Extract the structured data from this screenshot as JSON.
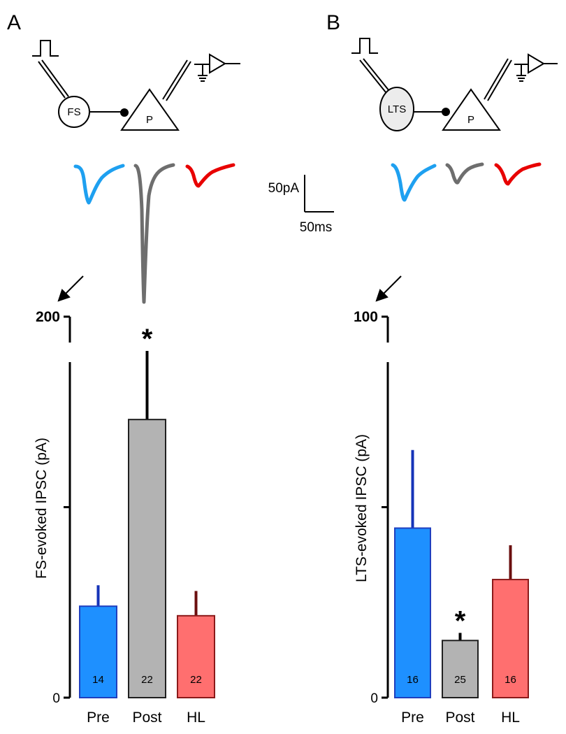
{
  "panels": {
    "a": {
      "letter": "A",
      "cells": {
        "source": "FS",
        "target": "P"
      },
      "significance": "*"
    },
    "b": {
      "letter": "B",
      "cells": {
        "source": "LTS",
        "target": "P"
      },
      "significance": "*"
    }
  },
  "scale_bar": {
    "amplitude": "50pA",
    "time": "50ms"
  },
  "colors": {
    "pre": "#1E90FF",
    "post": "#B3B3B3",
    "hl": "#FF6F6F",
    "trace_pre": "#1EA0F0",
    "trace_post": "#6E6E6E",
    "trace_hl": "#E80000",
    "edge_pre": "#1F3FBF",
    "edge_post": "#202020",
    "edge_hl": "#8B1A1A",
    "err_pre": "#1533B8",
    "err_post": "#000000",
    "err_hl": "#6B0F0F"
  },
  "chart_data": [
    {
      "type": "bar",
      "ylabel": "FS-evoked IPSC (pA)",
      "categories": [
        "Pre",
        "Post",
        "HL"
      ],
      "values": [
        48,
        146,
        43
      ],
      "errors": [
        11,
        36,
        13
      ],
      "counts": [
        "14",
        "22",
        "22"
      ],
      "ylim": [
        0,
        200
      ],
      "yticks": [
        "0",
        "",
        "200"
      ],
      "axis_break": true,
      "significant": [
        "",
        "*",
        ""
      ]
    },
    {
      "type": "bar",
      "ylabel": "LTS-evoked IPSC (pA)",
      "categories": [
        "Pre",
        "Post",
        "HL"
      ],
      "values": [
        44.5,
        15,
        31
      ],
      "errors": [
        20.5,
        2,
        9
      ],
      "counts": [
        "16",
        "25",
        "16"
      ],
      "ylim": [
        0,
        100
      ],
      "yticks": [
        "0",
        "",
        "100"
      ],
      "axis_break": true,
      "significant": [
        "",
        "*",
        ""
      ]
    }
  ]
}
